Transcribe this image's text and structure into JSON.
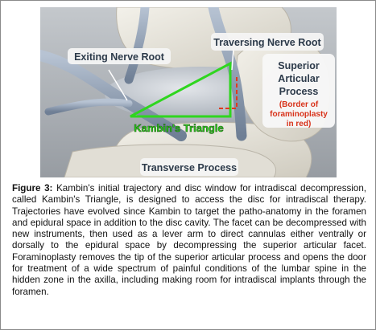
{
  "figure": {
    "labels": {
      "exiting_nerve_root": "Exiting Nerve Root",
      "traversing_nerve_root": "Traversing Nerve Root",
      "superior_articular_process_line1": "Superior",
      "superior_articular_process_line2": "Articular",
      "superior_articular_process_line3": "Process",
      "border_note_line1": "(Border of",
      "border_note_line2": "foraminoplasty",
      "border_note_line3": "in red)",
      "kambins_triangle": "Kambin's Triangle",
      "transverse_process": "Transverse Process"
    },
    "colors": {
      "triangle_outline": "#2fd61f",
      "foraminoplasty_border": "#e03a1e",
      "note_text": "#d8321a",
      "label_text": "#2c3a4a",
      "background_photo": "#a7acb1"
    }
  },
  "caption": {
    "label": "Figure 3:",
    "text": " Kambin's initial trajectory and disc window for intradiscal decompression, called Kambin's Triangle, is designed to access the disc for intradiscal therapy. Trajectories have evolved since Kambin to target the patho-anatomy in the foramen and epidural space in addition to the disc cavity. The facet can be decompressed with new instruments, then used as a lever arm to direct cannulas either ventrally or dorsally to the epidural space by decompressing the superior articular facet. Foraminoplasty removes the tip of the superior articular process and opens the door for treatment of a wide spectrum of painful conditions of the lumbar spine in the hidden zone in the axilla, including making room for intradiscal implants through the foramen."
  }
}
